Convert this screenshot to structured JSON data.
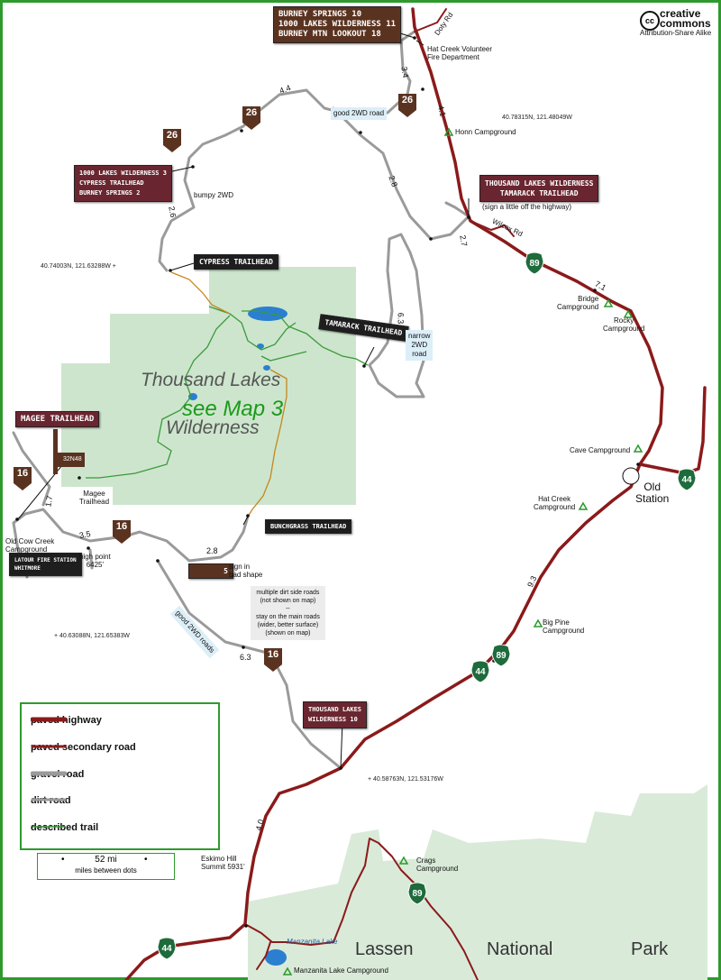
{
  "colors": {
    "frame": "#2e9a2e",
    "paved": "#8b1a1a",
    "gravel": "#9a9a9a",
    "dirt": "#9a9a9a",
    "trail": "#3a9a3a",
    "trail_orange": "#c8861e",
    "wilderness": "#cde5cd",
    "park": "#d9ead9",
    "lake": "#2a7fd0",
    "sign_brown": "#5a3320"
  },
  "license": {
    "brand": "creative commons",
    "license": "Attribution-Share Alike"
  },
  "area": {
    "wilderness": "Thousand Lakes",
    "wilderness2": "Wilderness",
    "see_map": "see Map 3"
  },
  "park": {
    "word1": "Lassen",
    "word2": "National",
    "word3": "Park"
  },
  "signs": {
    "top": [
      "BURNEY SPRINGS     10",
      "1000 LAKES WILDERNESS 11",
      "BURNEY MTN LOOKOUT  18"
    ],
    "left_upper": [
      "1000 LAKES WILDERNESS 3",
      "CYPRESS TRAILHEAD",
      "BURNEY SPRINGS   2"
    ],
    "cypress": "CYPRESS TRAILHEAD",
    "tamarack": "TAMARACK TRAILHEAD",
    "tlw_highway": [
      "THOUSAND LAKES WILDERNESS",
      "TAMARACK TRAILHEAD"
    ],
    "magee": "MAGEE TRAILHEAD",
    "bunchgrass": "BUNCHGRASS TRAILHEAD",
    "tlw_lower": [
      "THOUSAND LAKES",
      "WILDERNESS   10"
    ],
    "marker_32n48": "32N48",
    "marker_5": "5",
    "lower_left": [
      "LATOUR FIRE STATION",
      "WHITMORE"
    ]
  },
  "shields": {
    "r26": "26",
    "r16": "16",
    "sr89": "89",
    "sr44": "44"
  },
  "labels": {
    "doty": "Doty Rd",
    "hat_creek_vfd": "Hat Creek Volunteer\nFire Department",
    "honn": "Honn Campground",
    "sign_note": "(sign a little off the highway)",
    "wilcox": "Wilcox Rd",
    "bridge": "Bridge\nCampground",
    "rocky": "Rocky\nCampground",
    "cave": "Cave Campground",
    "old_station": "Old\nStation",
    "hat_creek_cg": "Hat Creek\nCampground",
    "big_pine": "Big Pine\nCampground",
    "crags": "Crags\nCampground",
    "manzanita_lake": "Manzanita Lake",
    "manzanita_cg": "Manzanita Lake Campground",
    "eskimo": "Eskimo Hill\nSummit 5931'",
    "magee_th": "Magee\nTrailhead",
    "old_cow": "Old Cow Creek\nCampground",
    "high_point": "high point\n6425'",
    "sign_bad": "sign in\nbad shape",
    "bumpy": "bumpy 2WD",
    "good_2wd": "good 2WD road",
    "narrow_2wd": "narrow\n2WD\nroad",
    "good_2wd_roads": "good 2WD roads",
    "multiple_roads": "multiple dirt side roads\n(not shown on map)\n--\nstay on the main roads\n(wider, better surface)\n(shown on map)"
  },
  "coords": {
    "c1": "40.78315N, 121.48049W",
    "c2": "40.74003N, 121.63288W +",
    "c3": "+ 40.63088N, 121.65383W",
    "c4": "+ 40.58763N, 121.53176W"
  },
  "distances": {
    "d34": "3.4",
    "d41": "4.1",
    "d44": "4.4",
    "d28a": "2.8",
    "d26": "2.6",
    "d27": "2.7",
    "d63a": "6.3",
    "d71": "7.1",
    "d17": "1.7",
    "d35": "3.5",
    "d28b": "2.8",
    "d93": "9.3",
    "d63b": "6.3",
    "d40": "4.0"
  },
  "legend": {
    "paved_highway": "paved highway",
    "paved_secondary": "paved secondary road",
    "gravel": "gravel road",
    "dirt": "dirt road",
    "trail": "described trail"
  },
  "scale": {
    "value": "52 mi",
    "caption": "miles between dots"
  }
}
